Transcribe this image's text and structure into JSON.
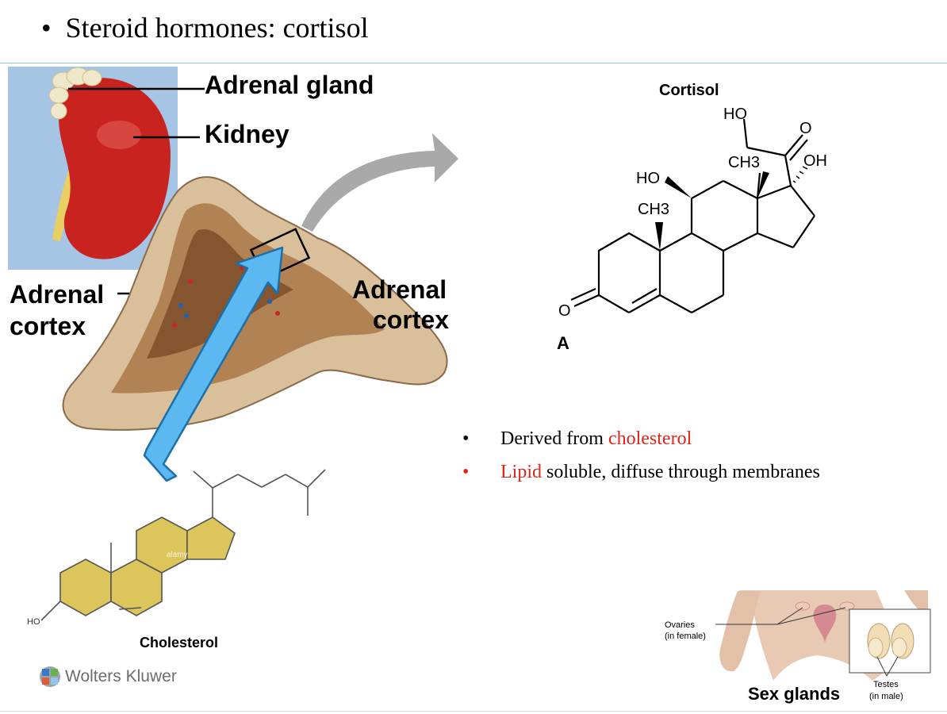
{
  "slide": {
    "title": "Steroid hormones: cortisol",
    "title_bullet": "•"
  },
  "left_figure": {
    "label_adrenal_gland": "Adrenal gland",
    "label_kidney": "Kidney",
    "label_cortex_left_1": "Adrenal",
    "label_cortex_left_2": "cortex",
    "label_cortex_right_1": "Adrenal",
    "label_cortex_right_2": "cortex",
    "watermark": "alamy",
    "cholesterol_label": "Cholesterol",
    "ho_label": "HO"
  },
  "cortisol_figure": {
    "title": "Cortisol",
    "ho_top": "HO",
    "o_top": "O",
    "ch3_upper": "CH3",
    "oh_right": "OH",
    "ho_left": "HO",
    "ch3_lower": "CH3",
    "o_left": "O",
    "panel_letter": "A"
  },
  "bullets": {
    "items": [
      {
        "bullet": "•",
        "pre": "Derived from ",
        "highlight": "cholesterol",
        "post": ""
      },
      {
        "bullet": "•",
        "pre": "",
        "highlight": "Lipid",
        "post": " soluble, diffuse through membranes"
      }
    ]
  },
  "sex_glands_figure": {
    "ovaries_1": "Ovaries",
    "ovaries_2": "(in female)",
    "title": "Sex glands",
    "testes_1": "Testes",
    "testes_2": "(in male)"
  },
  "branding": {
    "logo_text": "Wolters Kluwer"
  },
  "colors": {
    "accent_red": "#e0241a",
    "rule_teal": "#8fc6d3",
    "kidney_red": "#c8231e",
    "ring_yellow": "#dcc55a",
    "arrow_blue": "#5bb8f0"
  }
}
